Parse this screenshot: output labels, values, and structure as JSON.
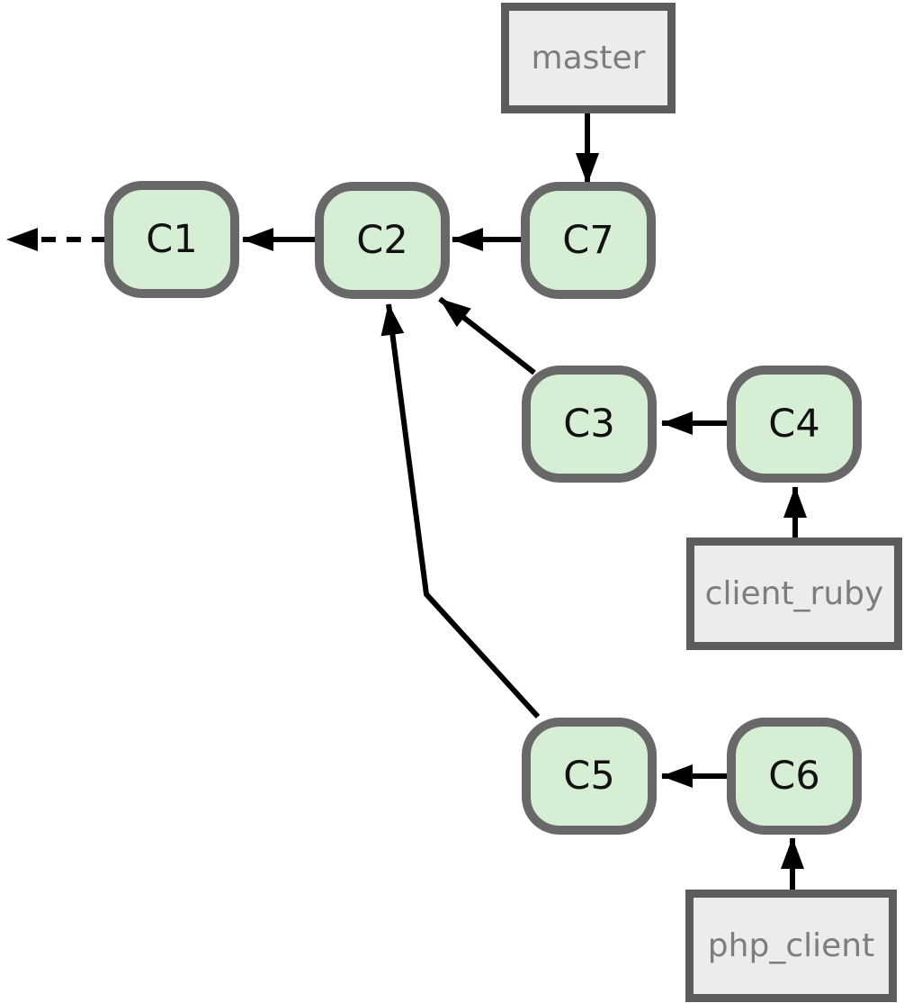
{
  "diagram": {
    "type": "git-commit-history-graph",
    "background": "#ffffff",
    "colors": {
      "commit_fill": "#d6eed4",
      "commit_border": "#686868",
      "commit_text": "#111111",
      "branch_fill": "#ececec",
      "branch_border": "#5c5c5c",
      "branch_text": "#7d7d7d",
      "arrow": "#000000"
    },
    "commits": [
      {
        "label": "C1"
      },
      {
        "label": "C2"
      },
      {
        "label": "C3"
      },
      {
        "label": "C4"
      },
      {
        "label": "C5"
      },
      {
        "label": "C6"
      },
      {
        "label": "C7"
      }
    ],
    "branches": [
      {
        "label": "master",
        "points_to": "C7"
      },
      {
        "label": "client_ruby",
        "points_to": "C4"
      },
      {
        "label": "php_client",
        "points_to": "C6"
      }
    ],
    "edges": [
      {
        "from": "master",
        "to": "C7",
        "style": "solid"
      },
      {
        "from": "C7",
        "to": "C2",
        "style": "solid"
      },
      {
        "from": "C2",
        "to": "C1",
        "style": "solid"
      },
      {
        "from": "C1",
        "to": "earlier-history",
        "style": "dashed"
      },
      {
        "from": "C3",
        "to": "C2",
        "style": "solid"
      },
      {
        "from": "C4",
        "to": "C3",
        "style": "solid"
      },
      {
        "from": "client_ruby",
        "to": "C4",
        "style": "solid"
      },
      {
        "from": "C5",
        "to": "C2",
        "style": "solid",
        "bend": true
      },
      {
        "from": "C6",
        "to": "C5",
        "style": "solid"
      },
      {
        "from": "php_client",
        "to": "C6",
        "style": "solid"
      }
    ]
  }
}
